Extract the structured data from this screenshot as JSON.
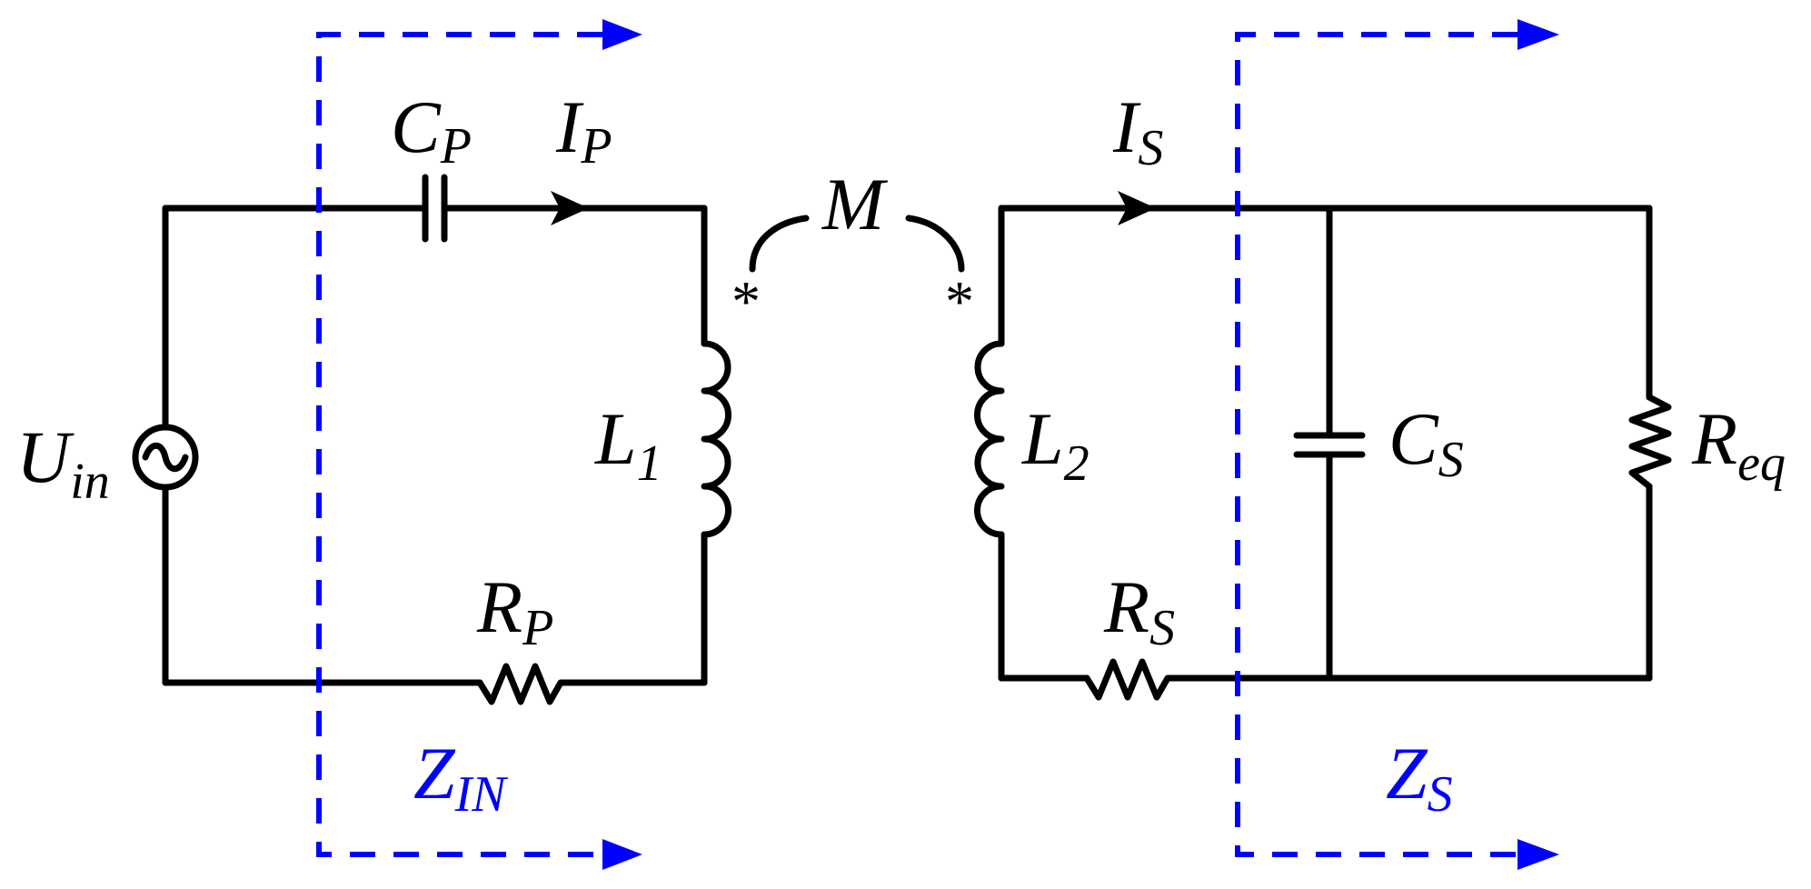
{
  "colors": {
    "wire": "#000000",
    "boundary": "#0000ff"
  },
  "labels": {
    "source": {
      "main": "U",
      "sub": "in"
    },
    "cp": {
      "main": "C",
      "sub": "P"
    },
    "ip": {
      "main": "I",
      "sub": "P"
    },
    "l1": {
      "main": "L",
      "sub": "1"
    },
    "rp": {
      "main": "R",
      "sub": "P"
    },
    "mutual": {
      "main": "M"
    },
    "is": {
      "main": "I",
      "sub": "S"
    },
    "l2": {
      "main": "L",
      "sub": "2"
    },
    "cs": {
      "main": "C",
      "sub": "S"
    },
    "rs": {
      "main": "R",
      "sub": "S"
    },
    "req": {
      "main": "R",
      "sub": "eq"
    },
    "zin": {
      "main": "Z",
      "sub": "IN"
    },
    "zs": {
      "main": "Z",
      "sub": "S"
    },
    "dot_left": "*",
    "dot_right": "*"
  },
  "icons": {
    "source": "ac-voltage-source-icon",
    "capacitor": "capacitor-icon",
    "inductor": "inductor-icon",
    "resistor": "resistor-icon",
    "current_arrow": "arrow-icon"
  }
}
